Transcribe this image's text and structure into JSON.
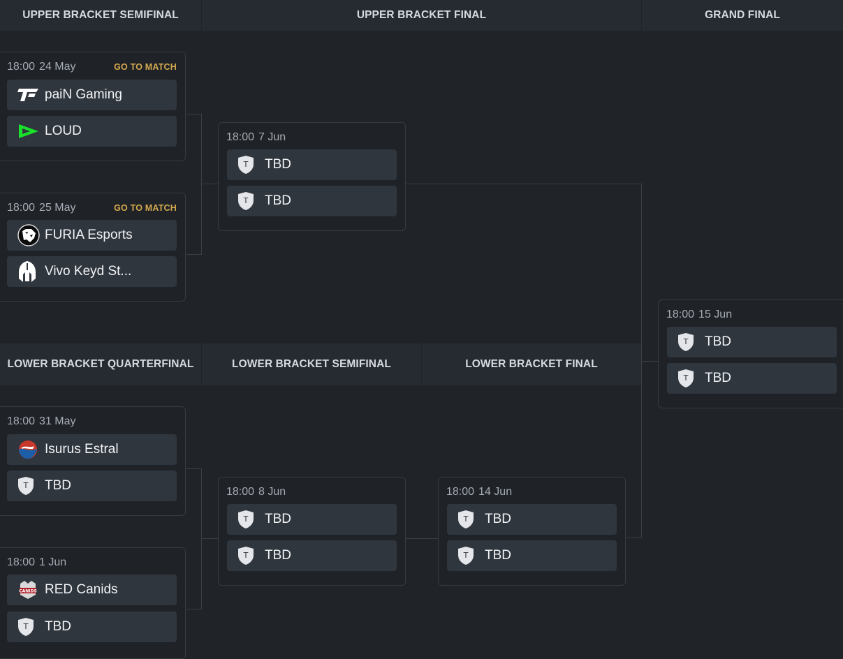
{
  "headers": {
    "ub_semifinal": "UPPER BRACKET SEMIFINAL",
    "ub_final": "UPPER BRACKET FINAL",
    "grand_final": "GRAND FINAL",
    "lb_quarterfinal": "LOWER BRACKET QUARTERFINAL",
    "lb_semifinal": "LOWER BRACKET SEMIFINAL",
    "lb_final": "LOWER BRACKET FINAL"
  },
  "go_to_match_label": "GO TO MATCH",
  "matches": {
    "ubs1": {
      "time": "18:00",
      "date": "24 May",
      "team1": "paiN Gaming",
      "team2": "LOUD"
    },
    "ubs2": {
      "time": "18:00",
      "date": "25 May",
      "team1": "FURIA Esports",
      "team2": "Vivo Keyd St..."
    },
    "ubf": {
      "time": "18:00",
      "date": "7 Jun",
      "team1": "TBD",
      "team2": "TBD"
    },
    "gf": {
      "time": "18:00",
      "date": "15 Jun",
      "team1": "TBD",
      "team2": "TBD"
    },
    "lbq1": {
      "time": "18:00",
      "date": "31 May",
      "team1": "Isurus Estral",
      "team2": "TBD"
    },
    "lbq2": {
      "time": "18:00",
      "date": "1 Jun",
      "team1": "RED Canids",
      "team2": "TBD"
    },
    "lbs": {
      "time": "18:00",
      "date": "8 Jun",
      "team1": "TBD",
      "team2": "TBD"
    },
    "lbf": {
      "time": "18:00",
      "date": "14 Jun",
      "team1": "TBD",
      "team2": "TBD"
    }
  },
  "icons": {
    "pain": "pain-gaming-logo-icon",
    "loud": "loud-logo-icon",
    "furia": "furia-panther-logo-icon",
    "keyd": "keyd-spartan-helmet-icon",
    "isurus": "isurus-logo-icon",
    "redcanids": "red-canids-logo-icon",
    "tbd": "tbd-shield-icon"
  },
  "colors": {
    "background": "#202328",
    "header_bg": "#262b32",
    "team_row_bg": "#30363e",
    "go_to_match": "#d4a94e",
    "loud_green": "#18e22a"
  }
}
